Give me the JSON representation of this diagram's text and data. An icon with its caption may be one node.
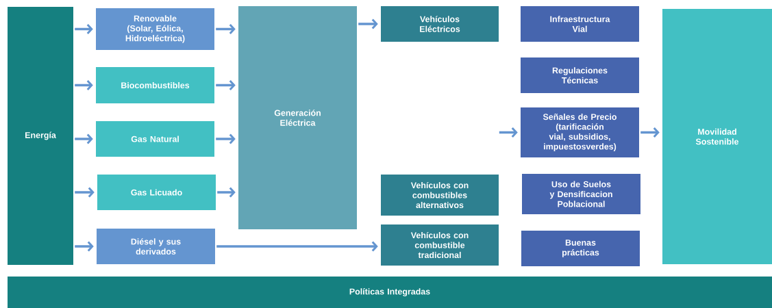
{
  "diagram": {
    "nodes": [
      {
        "text": [
          "Energía"
        ]
      },
      {
        "text": [
          "Renovable (Solar, Eólica, Hidroeléctrica)"
        ]
      },
      {
        "text": [
          "Biocombustibles"
        ]
      },
      {
        "text": [
          "Gas Natural"
        ]
      },
      {
        "text": [
          "Gas Licuado"
        ]
      },
      {
        "text": [
          "Diésel y sus derivados"
        ]
      },
      {
        "text": [
          "Generación Eléctrica"
        ]
      },
      {
        "text": [
          "Vehículos Eléctricos"
        ]
      },
      {
        "text": [
          "Vehículos con combustibles alternativos"
        ]
      },
      {
        "text": [
          "Vehículos con combustible tradicional"
        ]
      },
      {
        "text": [
          "Infraestructura Vial"
        ]
      },
      {
        "text": [
          "Regulaciones Técnicas"
        ]
      },
      {
        "text": [
          "Señales de Precio (tarificación vial, subsidios, impuestosverdes)"
        ]
      },
      {
        "text": [
          "Uso de Suelos y Densificacion Poblacional"
        ]
      },
      {
        "text": [
          "Buenas prácticas"
        ]
      },
      {
        "text": [
          "Movilidad Sostenible"
        ]
      },
      {
        "text": [
          "Políticas Integradas"
        ]
      }
    ],
    "edges": [
      {
        "from": 0,
        "to": 1,
        "arrow": "to"
      },
      {
        "from": 0,
        "to": 2,
        "arrow": "to"
      },
      {
        "from": 0,
        "to": 3,
        "arrow": "to"
      },
      {
        "from": 0,
        "to": 4,
        "arrow": "to"
      },
      {
        "from": 0,
        "to": 5,
        "arrow": "to"
      },
      {
        "from": 1,
        "to": 6,
        "arrow": "to"
      },
      {
        "from": 2,
        "to": 6,
        "arrow": "to"
      },
      {
        "from": 3,
        "to": 6,
        "arrow": "to"
      },
      {
        "from": 4,
        "to": 6,
        "arrow": "to"
      },
      {
        "from": 6,
        "to": 7,
        "arrow": "to"
      },
      {
        "from": 5,
        "to": 9,
        "arrow": "to"
      },
      {
        "from": null,
        "to": 12,
        "arrow": "to"
      },
      {
        "from": 12,
        "to": 15,
        "arrow": "to"
      }
    ]
  }
}
